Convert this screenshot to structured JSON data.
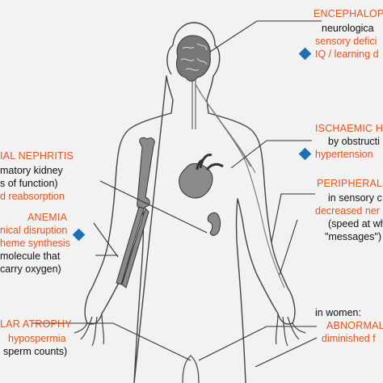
{
  "colors": {
    "accent": "#e2561f",
    "diamond": "#1e6fb3",
    "line": "#333333",
    "organ_fill": "#8a8a8a"
  },
  "labels": {
    "encephalopathy": {
      "title": "ENCEPHALOPA",
      "line1": "neurologica",
      "line2": "sensory defici",
      "line3": "IQ / learning d"
    },
    "ischaemic": {
      "title": "ISCHAEMIC H",
      "line1": "by obstructi",
      "line2": "hypertension"
    },
    "nephritis": {
      "title": "IAL NEPHRITIS",
      "line1": "matory kidney",
      "line2": "s of function)",
      "line3": "d reabsorption"
    },
    "peripheral": {
      "title": "PERIPHERAL N",
      "line1": "in sensory c",
      "line2": "decreased ner",
      "line3": "(speed at wh",
      "line4": "\"messages\")"
    },
    "anemia": {
      "title": "ANEMIA",
      "line1": "nical disruption",
      "line2": "heme synthesis",
      "line3": "molecule that",
      "line4": "carry oxygen)"
    },
    "atrophy": {
      "title": "LAR ATROPHY",
      "line1": "hypospermia",
      "line2": "sperm counts)"
    },
    "abnormal": {
      "prefix": "in women:",
      "title": "ABNORMAL",
      "line1": "diminished f"
    }
  },
  "diamonds": [
    {
      "name": "diamond-encephalopathy",
      "icon": "blue-diamond-icon"
    },
    {
      "name": "diamond-ischaemic",
      "icon": "blue-diamond-icon"
    },
    {
      "name": "diamond-anemia",
      "icon": "blue-diamond-icon"
    }
  ]
}
